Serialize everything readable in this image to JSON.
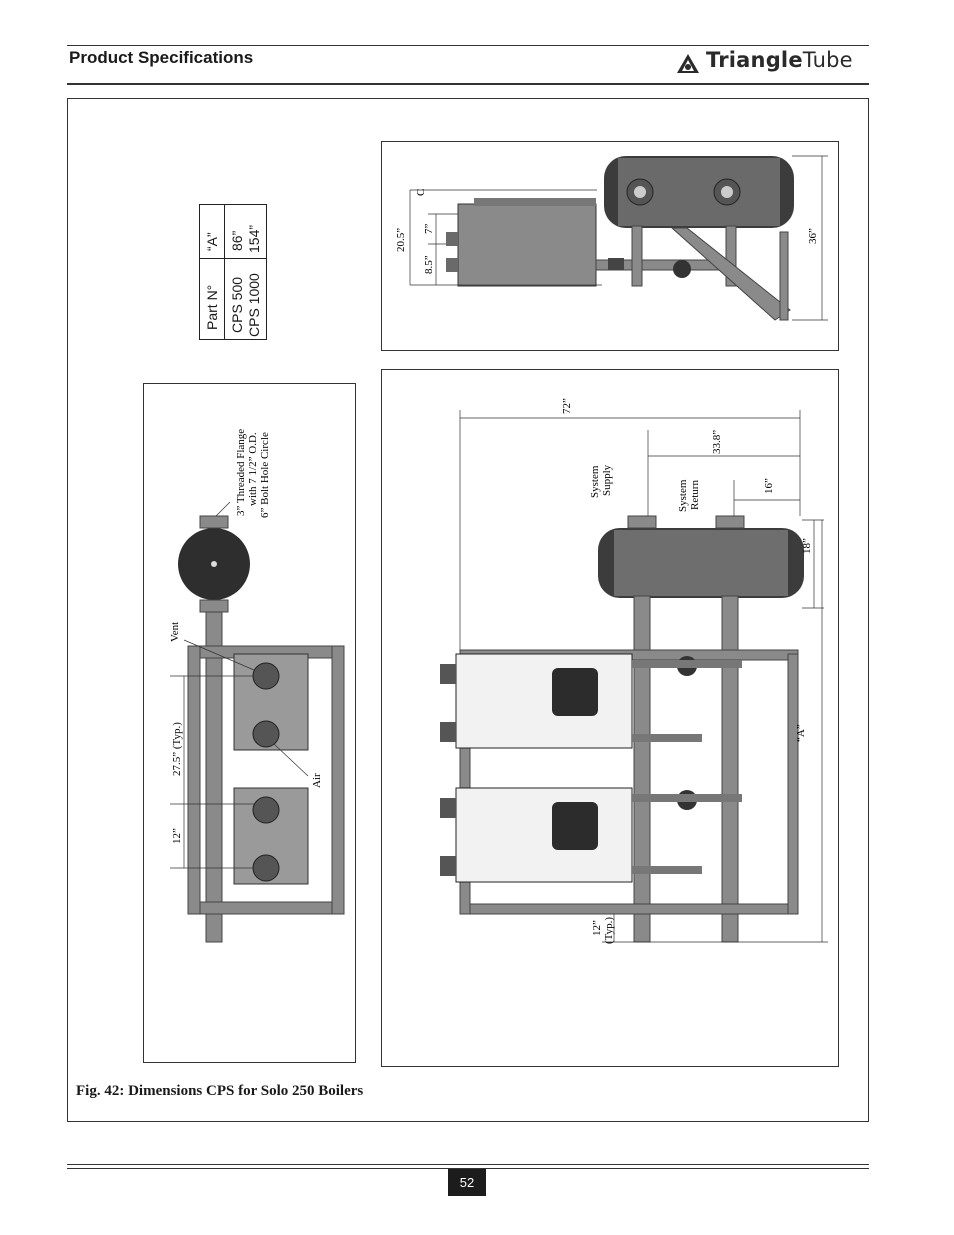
{
  "header": {
    "title": "Product Specifications",
    "logo_bold": "Triangle",
    "logo_light": "Tube"
  },
  "table": {
    "col1_header": "Part N°",
    "col2_header": "“A”",
    "rows": [
      {
        "part": "CPS 500",
        "a": "86”"
      },
      {
        "part": "CPS 1000",
        "a": "154”"
      }
    ]
  },
  "side_view": {
    "dim_20_5": "20.5”",
    "dim_7": "7”",
    "dim_8_5": "8.5”",
    "dim_36": "36”",
    "mark_c": "C"
  },
  "front_view": {
    "dim_72": "72”",
    "dim_33_8": "33.8”",
    "dim_16": "16”",
    "dim_18": "18”",
    "dim_a": "“A”",
    "dim_12_typ_line1": "12”",
    "dim_12_typ_line2": "(Typ.)",
    "system_supply_line1": "System",
    "system_supply_line2": "Supply",
    "system_return_line1": "System",
    "system_return_line2": "Return"
  },
  "top_view": {
    "flange_line1": "3” Threaded Flange",
    "flange_line2": "with 7 1/2” O.D.",
    "flange_line3": "6” Bolt Hole Circle",
    "vent": "Vent",
    "air": "Air",
    "dim_27_5": "27.5” (Typ.)",
    "dim_12": "12”"
  },
  "caption": "Fig. 42: Dimensions CPS  for Solo 250 Boilers",
  "page_number": "52",
  "colors": {
    "tank": "#3c3c3c",
    "pipe": "#8a8a8a",
    "boiler": "#9a9a9a",
    "frame": "#7a7a7a"
  }
}
